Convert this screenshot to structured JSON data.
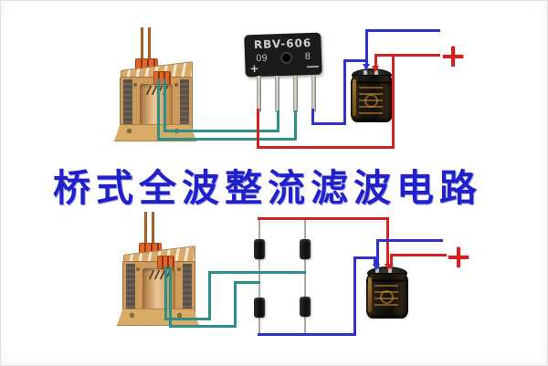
{
  "title": {
    "text": "桥式全波整流滤波电路"
  },
  "colors": {
    "wire_red": "#d42222",
    "wire_blue": "#3032cf",
    "wire_teal": "#2e8f88",
    "title_blue": "#2121cc"
  },
  "top_circuit": {
    "rectifier": {
      "model": "RBV-606",
      "code_left": "09",
      "code_right": "8",
      "plus_mark": "+",
      "minus_mark": "−"
    },
    "output_positive_label": "+"
  },
  "bottom_circuit": {
    "output_positive_label": "+"
  }
}
